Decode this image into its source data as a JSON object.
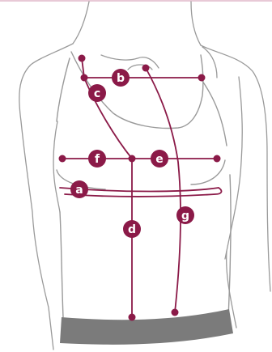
{
  "colors": {
    "accent": "#8b1a48",
    "outline": "#9a9a9a",
    "waistband": "#7b7b7b",
    "background": "#ffffff",
    "top_rule": "#e8c9d6",
    "badge_text": "#ffffff"
  },
  "labels": {
    "a": "a",
    "b": "b",
    "c": "c",
    "d": "d",
    "e": "e",
    "f": "f",
    "g": "g"
  }
}
